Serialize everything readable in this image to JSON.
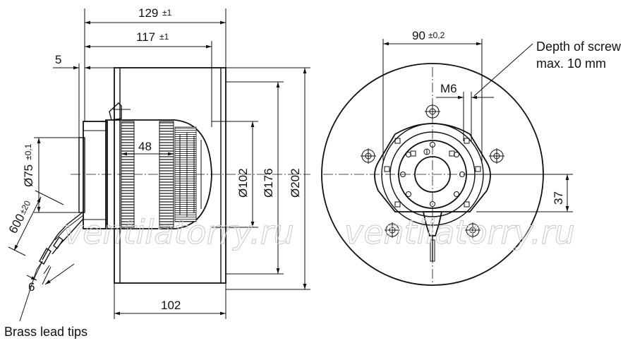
{
  "dimensions": {
    "d129": {
      "value": "129",
      "tol": "±1"
    },
    "d117": {
      "value": "117",
      "tol": "±1"
    },
    "d5": "5",
    "d48": "48",
    "d75": {
      "value": "Ø75",
      "tol": "±0,1"
    },
    "d600": {
      "value": "600",
      "tol": "±20"
    },
    "d6": "6",
    "d102_dia": "Ø102",
    "d176": "Ø176",
    "d202": "Ø202",
    "d102_width": "102",
    "d90": {
      "value": "90",
      "tol": "±0,2"
    },
    "m6": "M6",
    "d37": "37"
  },
  "notes": {
    "screw_depth_line1": "Depth of screw",
    "screw_depth_line2": "max. 10 mm",
    "brass_lead_tips": "Brass lead tips"
  },
  "watermark": {
    "left": "ventilatorry.ru",
    "right": "ventilatorry.ru"
  }
}
